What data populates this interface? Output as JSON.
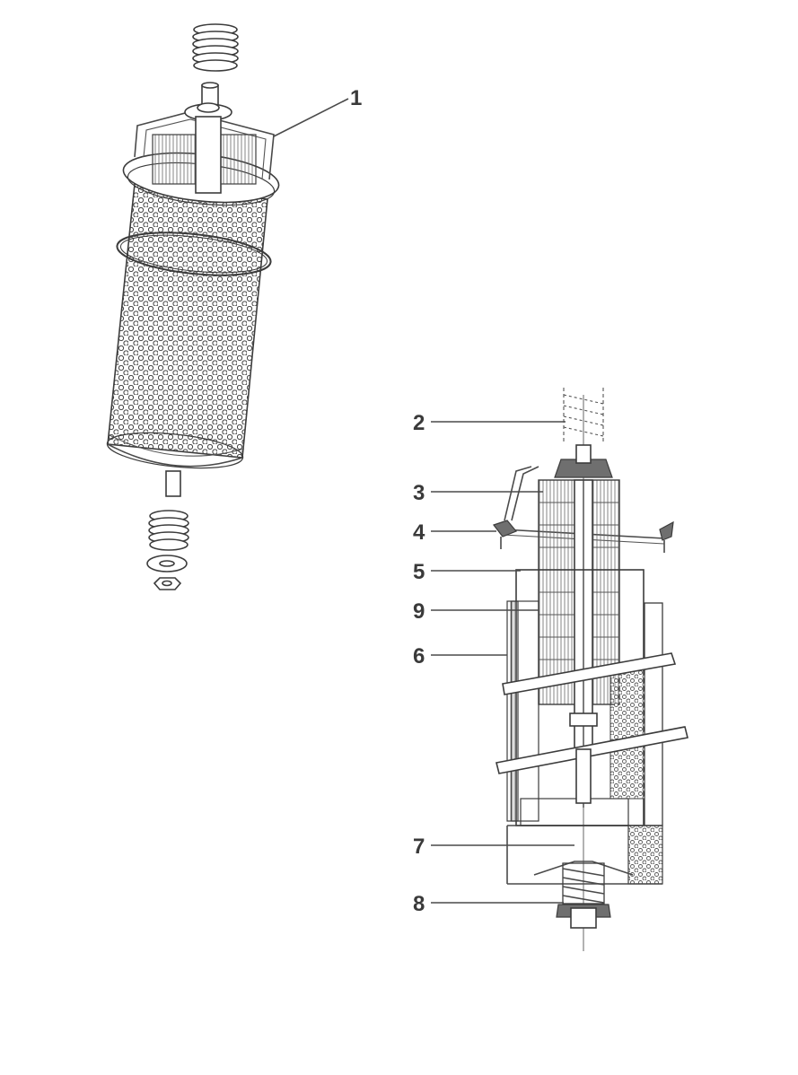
{
  "callouts": [
    {
      "id": "1",
      "label": "1"
    },
    {
      "id": "2",
      "label": "2"
    },
    {
      "id": "3",
      "label": "3"
    },
    {
      "id": "4",
      "label": "4"
    },
    {
      "id": "5",
      "label": "5"
    },
    {
      "id": "9",
      "label": "9"
    },
    {
      "id": "6",
      "label": "6"
    },
    {
      "id": "7",
      "label": "7"
    },
    {
      "id": "8",
      "label": "8"
    }
  ]
}
